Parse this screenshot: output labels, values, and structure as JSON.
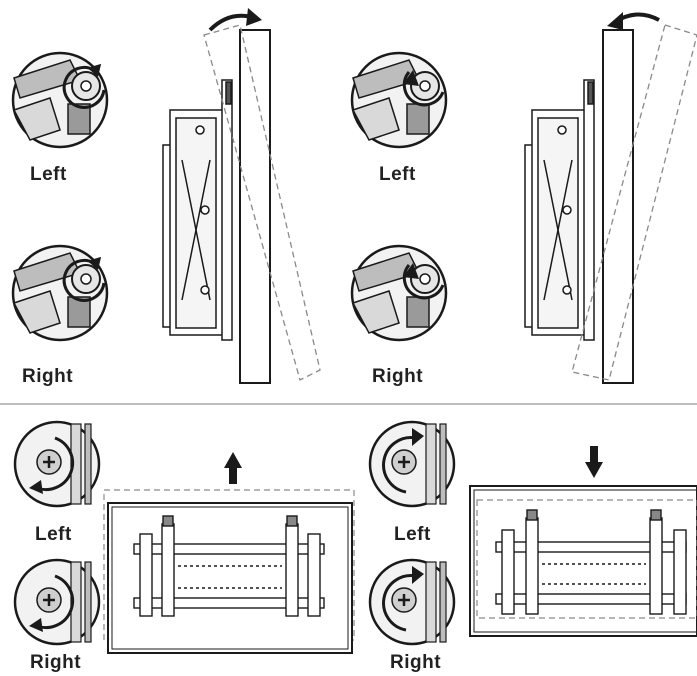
{
  "labels": {
    "top_left_upper": "Left",
    "top_left_lower": "Right",
    "top_right_upper": "Left",
    "top_right_lower": "Right",
    "bottom_left_upper": "Left",
    "bottom_left_lower": "Right",
    "bottom_right_upper": "Left",
    "bottom_right_lower": "Right"
  },
  "panels": [
    {
      "id": "tilt-forward",
      "rotation": "clockwise",
      "tilt_arrow": "clockwise"
    },
    {
      "id": "tilt-backward",
      "rotation": "counter-clockwise",
      "tilt_arrow": "counter-clockwise"
    },
    {
      "id": "raise",
      "rotation": "counter-clockwise",
      "movement": "up"
    },
    {
      "id": "lower",
      "rotation": "clockwise",
      "movement": "down"
    }
  ],
  "colors": {
    "line": "#1a1a1a",
    "dashed": "#8a8a8a",
    "divider": "#bdbdbd",
    "circle_bg": "#f2f2f2"
  }
}
